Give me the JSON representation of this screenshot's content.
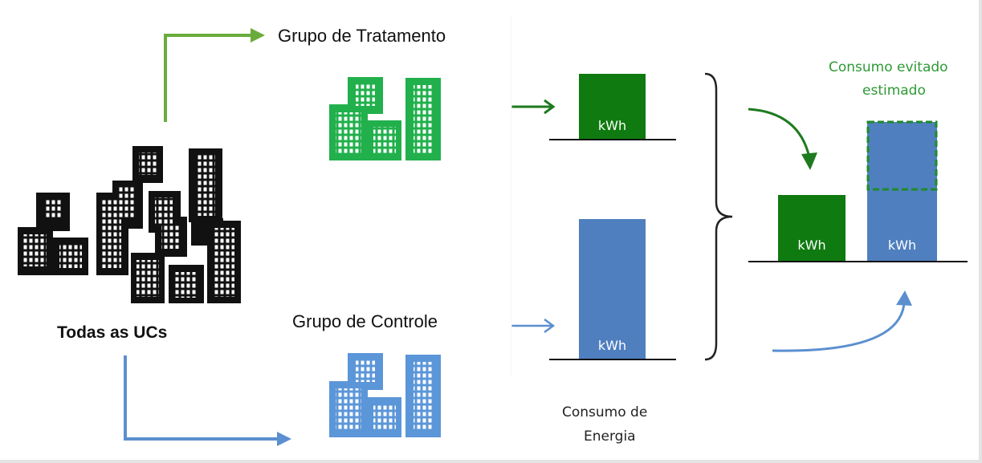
{
  "labels": {
    "todas": "Todas as UCs",
    "tratamento": "Grupo de Tratamento",
    "controle": "Grupo de Controle",
    "consumo_energia_l1": "Consumo de",
    "consumo_energia_l2": "Energia",
    "evitado_l1": "Consumo evitado",
    "evitado_l2": "estimado"
  },
  "bars": {
    "treatment_unit": "kWh",
    "control_unit": "kWh",
    "result_treatment_unit": "kWh",
    "result_control_unit": "kWh"
  },
  "colors": {
    "green_dark": "#0f7a0f",
    "green_arrow": "#6aac3c",
    "green_building": "#21b04c",
    "blue_bar": "#4f7fbf",
    "blue_arrow": "#5b8fd0",
    "blue_building": "#5b96d8",
    "black": "#111111"
  },
  "icons": [
    "building-cluster-icon",
    "green-buildings-icon",
    "blue-buildings-icon"
  ]
}
